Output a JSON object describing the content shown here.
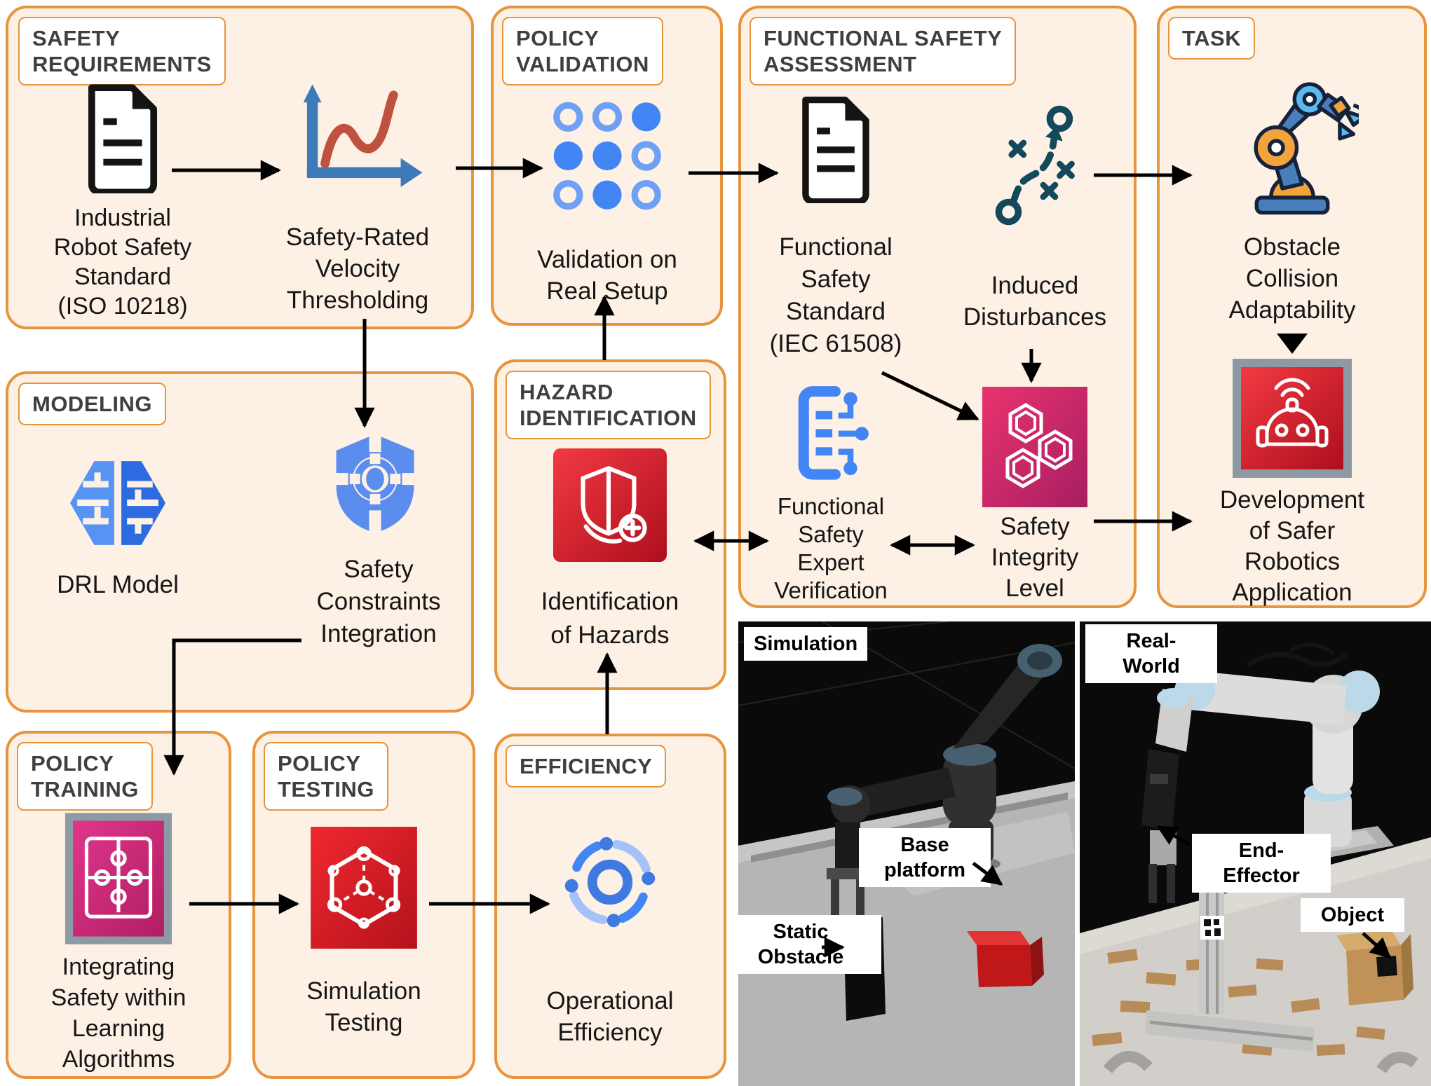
{
  "figure": {
    "type": "robotics-safety-workflow-diagram"
  },
  "colors": {
    "panel_border": "#E8943C",
    "panel_bg": "#FDF1E5",
    "label_text": "#3F3F3F",
    "caption_text": "#161616",
    "arrow": "#000000",
    "blue": "#4285F4",
    "light_blue": "#7BAAF7",
    "teal": "#14495C",
    "chart_blue": "#3D7BB8",
    "chart_red": "#C0503F",
    "red_icon": "#D7212B",
    "pink_icon": "#D6246E",
    "frame_gray": "#8D9AA3"
  },
  "boxes": {
    "safety_requirements": {
      "label": [
        "SAFETY",
        "REQUIREMENTS"
      ],
      "items": {
        "standard": {
          "icon": "document-icon",
          "lines": [
            "Industrial",
            "Robot Safety",
            "Standard",
            "(ISO 10218)"
          ]
        },
        "thresholding": {
          "icon": "line-chart-icon",
          "lines": [
            "Safety-Rated",
            "Velocity",
            "Thresholding"
          ]
        }
      }
    },
    "policy_validation": {
      "label": [
        "POLICY",
        "VALIDATION"
      ],
      "items": {
        "validation": {
          "icon": "dot-matrix-icon",
          "lines": [
            "Validation on",
            "Real Setup"
          ]
        }
      }
    },
    "functional_safety_assessment": {
      "label": [
        "FUNCTIONAL SAFETY",
        "ASSESSMENT"
      ],
      "items": {
        "standard": {
          "icon": "document-icon",
          "lines": [
            "Functional",
            "Safety",
            "Standard",
            "(IEC 61508)"
          ]
        },
        "induced": {
          "icon": "strategy-icon",
          "lines": [
            "Induced",
            "Disturbances"
          ]
        },
        "expert": {
          "icon": "checklist-circuit-icon",
          "lines": [
            "Functional",
            "Safety",
            "Expert",
            "Verification"
          ]
        },
        "sil": {
          "icon": "hexagons-icon",
          "lines": [
            "Safety",
            "Integrity",
            "Level"
          ]
        }
      }
    },
    "task": {
      "label": [
        "TASK"
      ],
      "items": {
        "obstacle": {
          "icon": "robot-arm-icon",
          "lines": [
            "Obstacle",
            "Collision",
            "Adaptability"
          ]
        },
        "development": {
          "icon": "robot-app-icon",
          "lines": [
            "Development",
            "of Safer",
            "Robotics",
            "Application"
          ]
        }
      }
    },
    "modeling": {
      "label": [
        "MODELING"
      ],
      "items": {
        "drl": {
          "icon": "brain-icon",
          "lines": [
            "DRL Model"
          ]
        },
        "constraints": {
          "icon": "shield-target-icon",
          "lines": [
            "Safety",
            "Constraints",
            "Integration"
          ]
        }
      }
    },
    "hazard_identification": {
      "label": [
        "HAZARD",
        "IDENTIFICATION"
      ],
      "items": {
        "hazards": {
          "icon": "shield-plus-icon",
          "lines": [
            "Identification",
            "of Hazards"
          ]
        }
      }
    },
    "policy_training": {
      "label": [
        "POLICY",
        "TRAINING"
      ],
      "items": {
        "integrating": {
          "icon": "puzzle-icon",
          "lines": [
            "Integrating",
            "Safety within",
            "Learning",
            "Algorithms"
          ]
        }
      }
    },
    "policy_testing": {
      "label": [
        "POLICY",
        "TESTING"
      ],
      "items": {
        "simulation": {
          "icon": "hex-network-icon",
          "lines": [
            "Simulation",
            "Testing"
          ]
        }
      }
    },
    "efficiency": {
      "label": [
        "EFFICIENCY"
      ],
      "items": {
        "operational": {
          "icon": "orbit-icon",
          "lines": [
            "Operational",
            "Efficiency"
          ]
        }
      }
    }
  },
  "photos": {
    "simulation": {
      "title": "Simulation",
      "labels": {
        "base_platform": {
          "lines": [
            "Base",
            "platform"
          ]
        },
        "static_obstacle": {
          "lines": [
            "Static",
            "Obstacle"
          ]
        }
      }
    },
    "real_world": {
      "title": [
        "Real-",
        "World"
      ],
      "labels": {
        "end_effector": {
          "lines": [
            "End-",
            "Effector"
          ]
        },
        "object": {
          "lines": [
            "Object"
          ]
        }
      }
    }
  }
}
